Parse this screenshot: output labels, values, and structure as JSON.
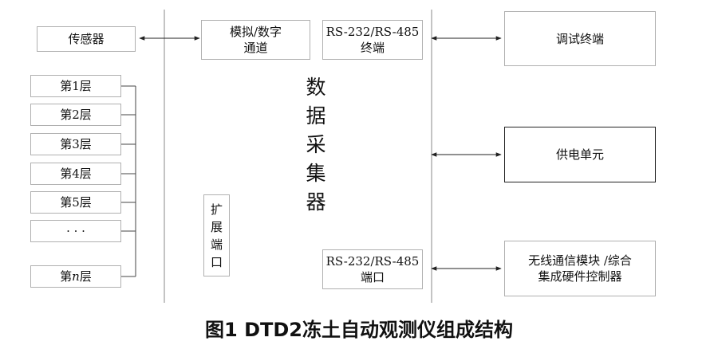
{
  "nodes": {
    "sensor": "传感器",
    "layers": [
      "第1层",
      "第2层",
      "第3层",
      "第4层",
      "第5层",
      "· · ·"
    ],
    "layer_n": {
      "prefix": "第",
      "n": "n",
      "suffix": "层"
    },
    "analog_digital_channel": "模拟/数字\n通道",
    "rs_port_top": "RS-232/RS-485\n终端",
    "data_collector": "数\n据\n采\n集\n器",
    "expansion_port": "扩\n展\n端\n口",
    "rs_port_bottom": "RS-232/RS-485\n端口",
    "debug_terminal": "调试终端",
    "power_unit": "供电单元",
    "wireless_module": "无线通信模块 /综合\n集成硬件控制器"
  },
  "caption": "图1  DTD2冻土自动观测仪组成结构",
  "colors": {
    "box_border": "#b0b0b0",
    "power_border": "#222222",
    "line": "#222222"
  }
}
